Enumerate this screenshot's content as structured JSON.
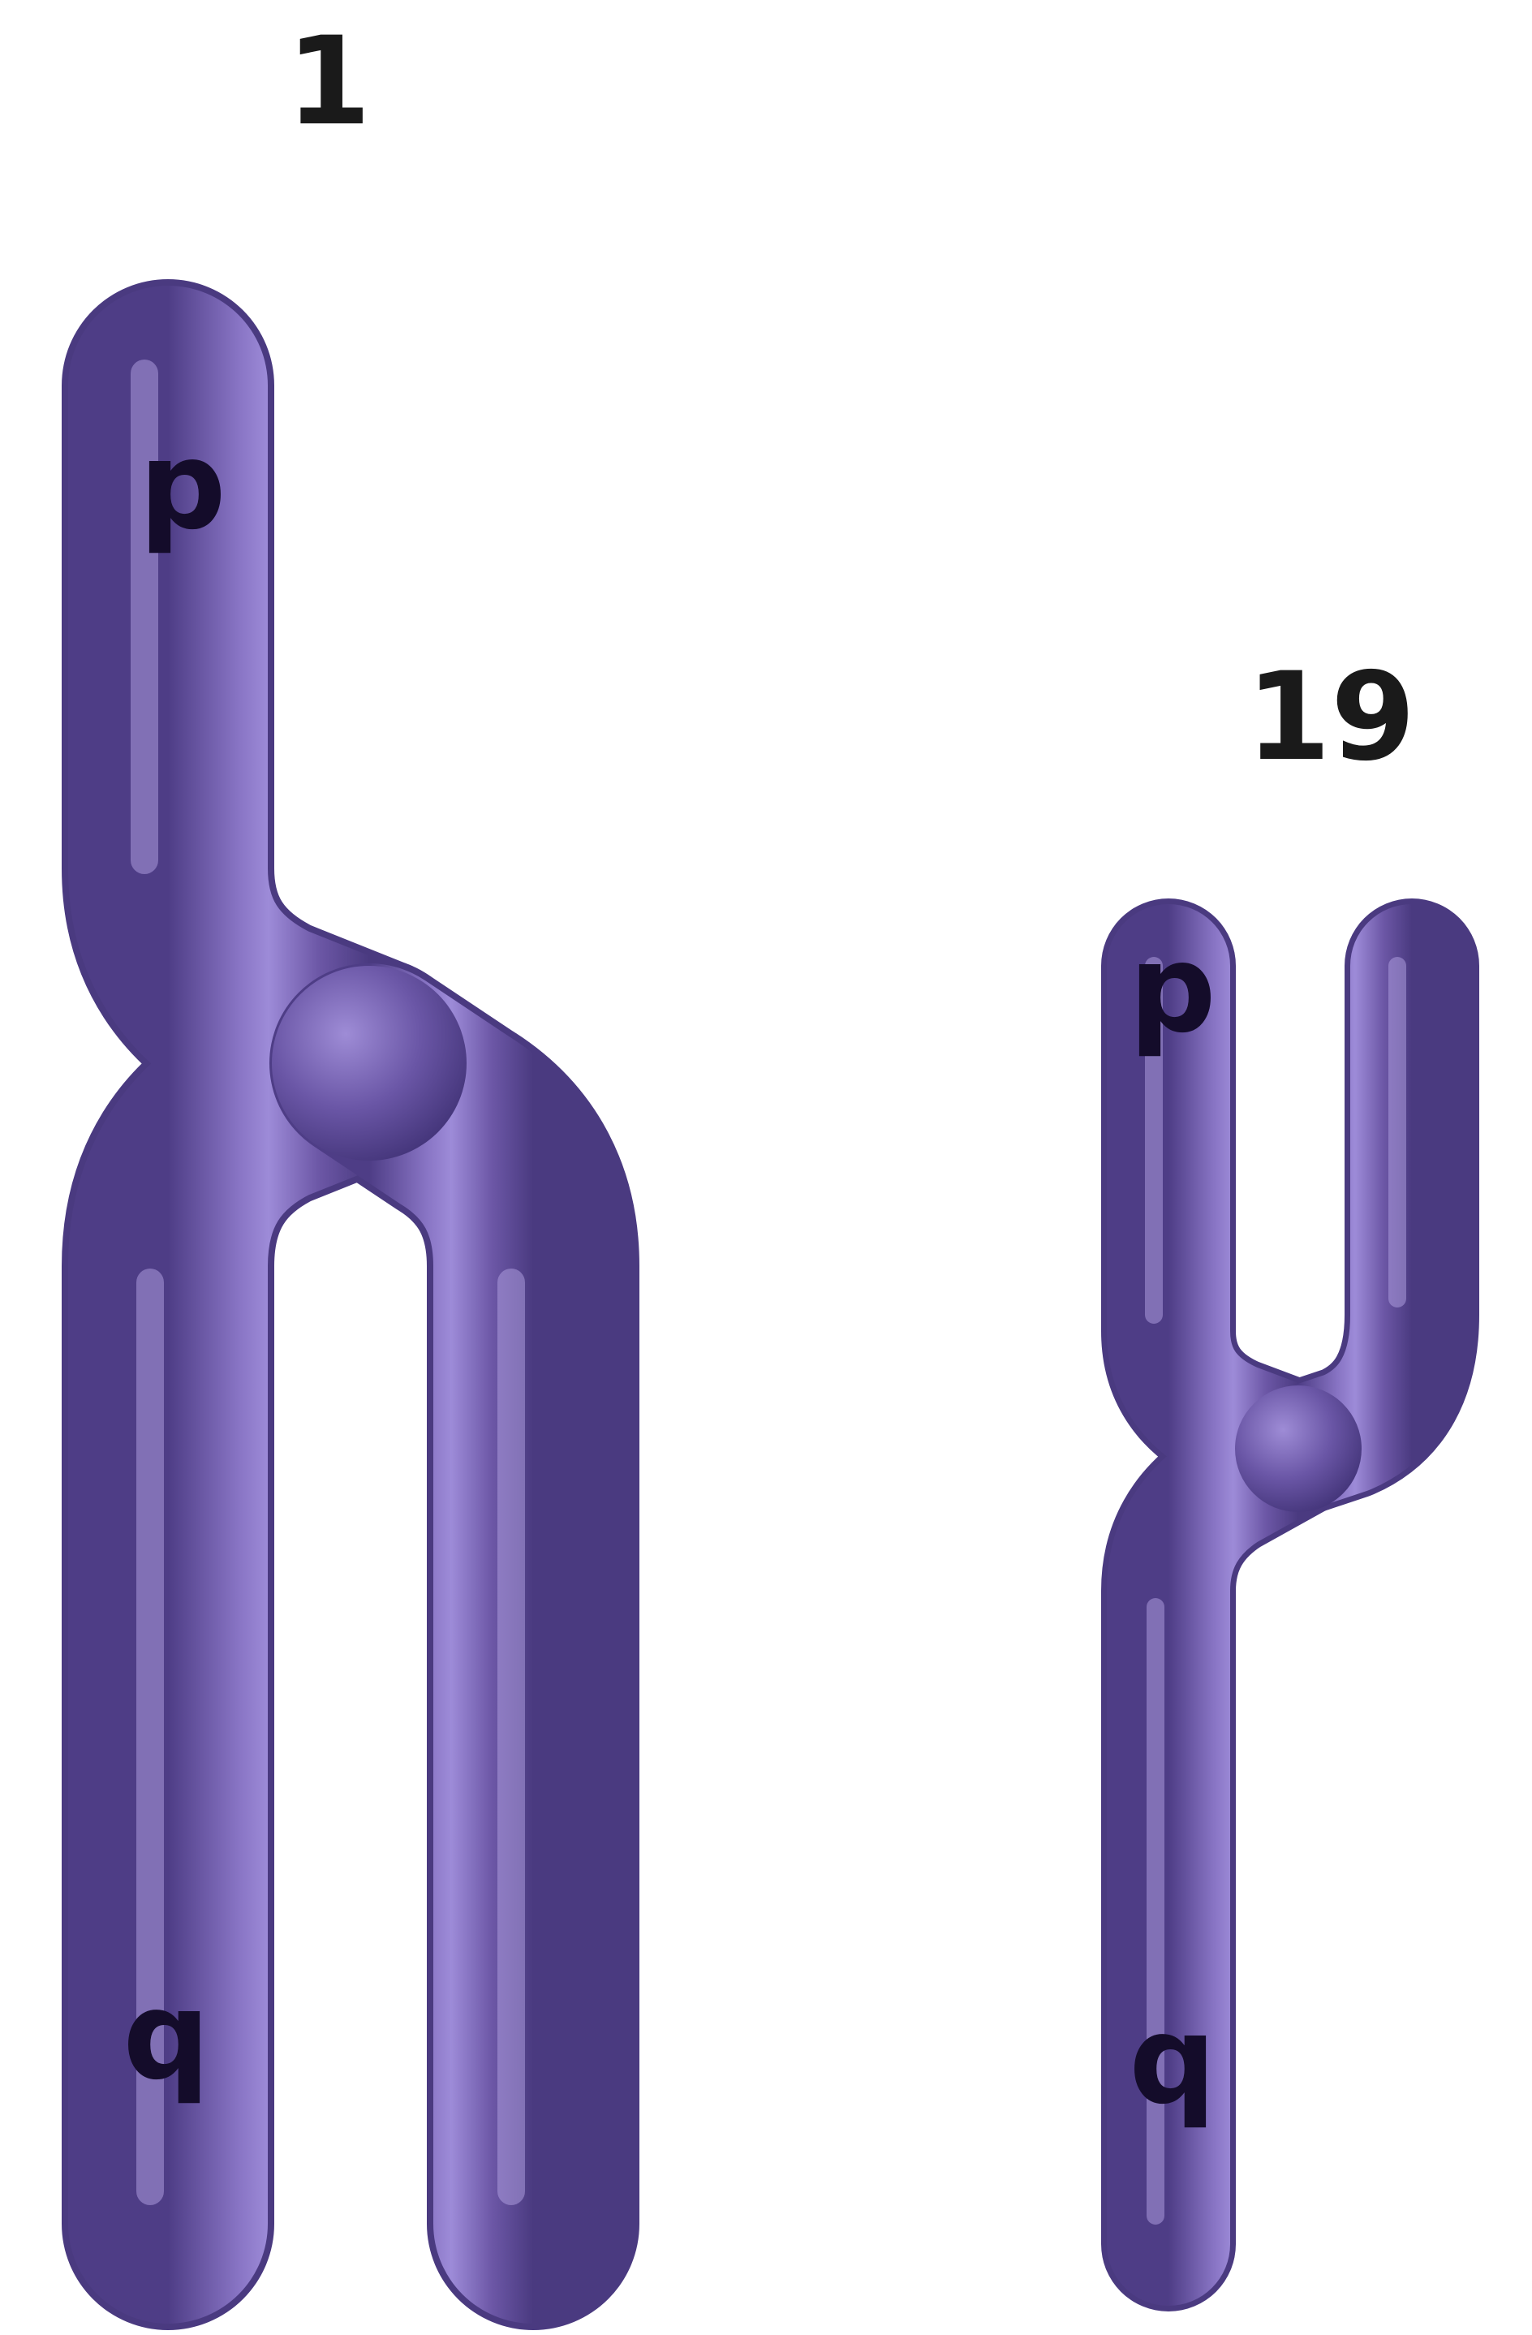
{
  "colors": {
    "chromosome_body": "#7a64b4",
    "chromosome_highlight": "#a08fd6",
    "chromosome_shadow": "#4e3d86",
    "label_text": "#140c2a",
    "number_text": "#1a1a1a"
  },
  "chromosomes": [
    {
      "number": "1",
      "short_arm_label": "p",
      "long_arm_label": "q"
    },
    {
      "number": "19",
      "short_arm_label": "p",
      "long_arm_label": "q"
    }
  ]
}
